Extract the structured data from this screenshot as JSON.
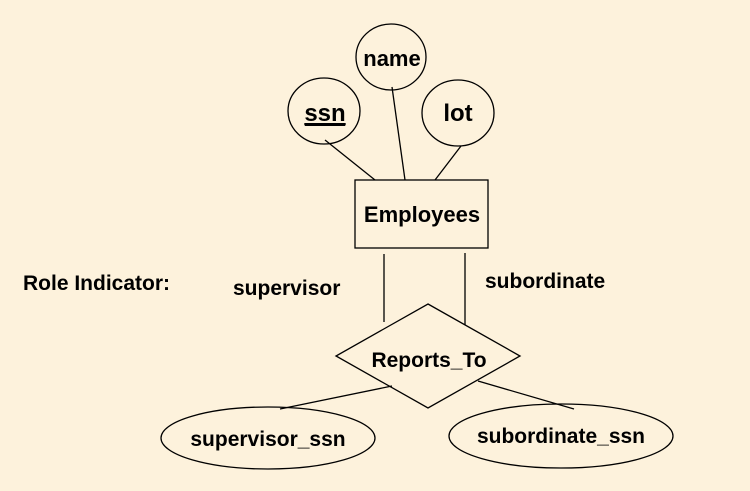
{
  "diagram": {
    "entity": {
      "label": "Employees"
    },
    "attributes": {
      "ssn": "ssn",
      "name": "name",
      "lot": "lot"
    },
    "relationship": {
      "label": "Reports_To"
    },
    "relationship_attributes": {
      "supervisor_ssn": "supervisor_ssn",
      "subordinate_ssn": "subordinate_ssn"
    },
    "roles": {
      "supervisor": "supervisor",
      "subordinate": "subordinate"
    },
    "role_indicator_label": "Role Indicator:",
    "colors": {
      "background": "#fdf2dc",
      "stroke": "#000000"
    }
  }
}
